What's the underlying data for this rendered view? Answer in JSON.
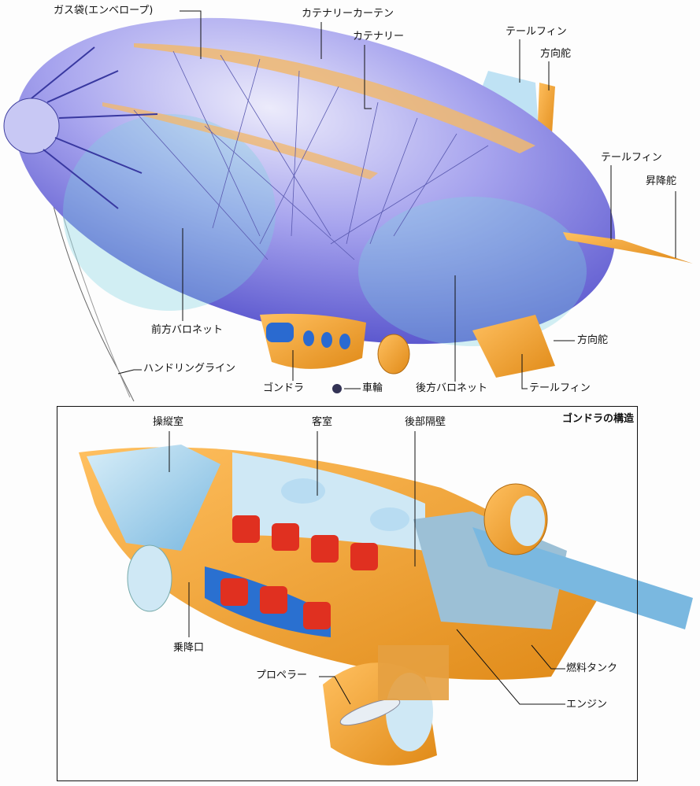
{
  "airship": {
    "labels": {
      "envelope": "ガス袋(エンベロープ)",
      "catenary_curtain": "カテナリーカーテン",
      "catenary": "カテナリー",
      "tail_fin_top": "テールフィン",
      "rudder_top": "方向舵",
      "tail_fin_side": "テールフィン",
      "elevator": "昇降舵",
      "front_ballonet": "前方バロネット",
      "rudder_bottom": "方向舵",
      "handling_line": "ハンドリングライン",
      "gondola": "ゴンドラ",
      "wheel": "車輪",
      "rear_ballonet": "後方バロネット",
      "tail_fin_bottom": "テールフィン"
    }
  },
  "gondola_structure": {
    "title": "ゴンドラの構造",
    "labels": {
      "cockpit": "操縦室",
      "cabin": "客室",
      "rear_bulkhead": "後部隔壁",
      "door": "乗降口",
      "propeller": "プロペラー",
      "fuel_tank": "燃料タンク",
      "engine": "エンジン"
    }
  },
  "colors": {
    "envelope": "#7a78e0",
    "ballonet": "#7fd0e0",
    "orange": "#f0a030",
    "seat": "#e03020"
  }
}
